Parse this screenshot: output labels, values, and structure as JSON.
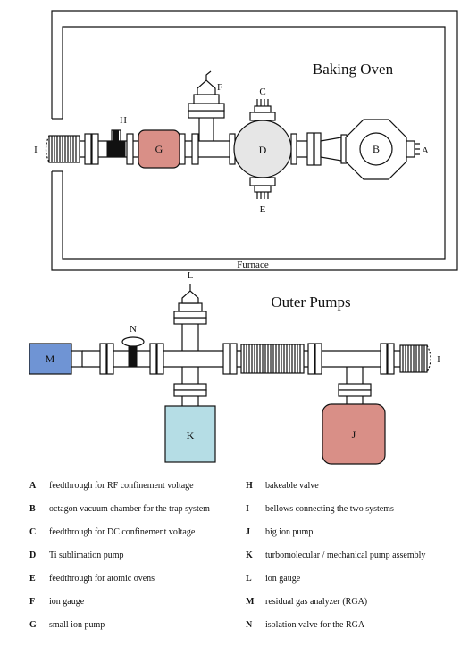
{
  "labels": {
    "oven": "Baking Oven",
    "furnace": "Furnace",
    "outer": "Outer Pumps",
    "A": "A",
    "B": "B",
    "C": "C",
    "D": "D",
    "E": "E",
    "F": "F",
    "G": "G",
    "H": "H",
    "I": "I",
    "J": "J",
    "K": "K",
    "L": "L",
    "M": "M",
    "N": "N"
  },
  "legend": [
    {
      "key": "A",
      "text": "feedthrough for RF confinement voltage"
    },
    {
      "key": "B",
      "text": "octagon vacuum chamber for the trap system"
    },
    {
      "key": "C",
      "text": "feedthrough for DC confinement voltage"
    },
    {
      "key": "D",
      "text": "Ti sublimation pump"
    },
    {
      "key": "E",
      "text": "feedthrough for atomic ovens"
    },
    {
      "key": "F",
      "text": "ion gauge"
    },
    {
      "key": "G",
      "text": "small ion pump"
    },
    {
      "key": "H",
      "text": "bakeable valve"
    },
    {
      "key": "I",
      "text": "bellows connecting the two systems"
    },
    {
      "key": "J",
      "text": "big ion pump"
    },
    {
      "key": "K",
      "text": "turbomolecular / mechanical pump assembly"
    },
    {
      "key": "L",
      "text": "ion gauge"
    },
    {
      "key": "M",
      "text": "residual gas analyzer (RGA)"
    },
    {
      "key": "N",
      "text": "isolation valve for the RGA"
    }
  ],
  "colors": {
    "small_ion_pump": "#d98f87",
    "big_ion_pump": "#d98f87",
    "rga": "#6f94d4",
    "turbo_pump": "#b5dde5",
    "ti_pump": "#e6e6e6",
    "line": "#111111"
  }
}
